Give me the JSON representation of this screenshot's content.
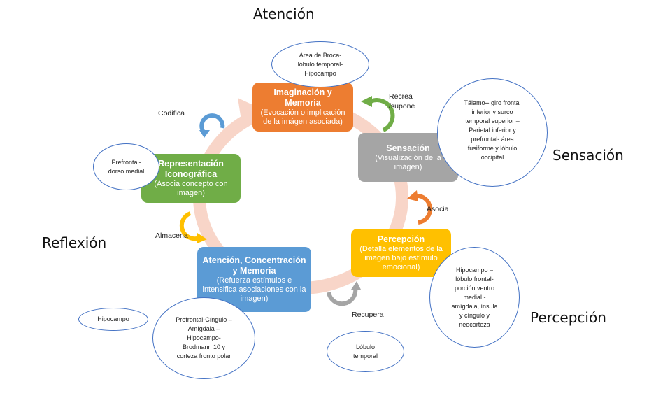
{
  "sections": {
    "attention": "Atención",
    "sensation": "Sensación",
    "reflection": "Reflexión",
    "perception": "Percepción"
  },
  "boxes": {
    "imagination": {
      "title": "Imaginación y Memoria",
      "desc": "(Evocación o implicación de la imágen asociada)",
      "color": "#ED7D31"
    },
    "sensation": {
      "title": "Sensación",
      "desc": "(Visualización de la imágen)",
      "color": "#A5A5A5"
    },
    "perception": {
      "title": "Percepción",
      "desc": "(Detalla elementos de la imagen bajo estímulo emocional)",
      "color": "#FFC000"
    },
    "attention": {
      "title": "Atención, Concentración y Memoria",
      "desc": "(Refuerza estímulos e intensifica asociaciones con la imagen)",
      "color": "#5B9BD5"
    },
    "representation": {
      "title": "Representación Iconográfica",
      "desc": "(Asocia concepto con imagen)",
      "color": "#70AD47"
    }
  },
  "arrows": {
    "codifica": "Codifica",
    "recrea": "Recrea /supone",
    "asocia": "Asocia",
    "almacena": "Almacena",
    "recupera": "Recupera"
  },
  "regions": {
    "broca": "Área de Broca- lóbulo temporal- Hipocampo",
    "talamo": "Tálamo-- giro frontal inferior y surco temporal superior – Parietal inferior y prefrontal- área fusiforme y lóbulo occipital",
    "prefrontal_dorso": "Prefrontal- dorso medial",
    "hipocampo_percepcion": "Hipocampo – lóbulo frontal- porción ventro medial - amígdala, ínsula y cíngulo y neocorteza",
    "hipocampo": "Hipocampo",
    "prefrontal_cingulo": "Prefrontal-Cíngulo – Amígdala – Hipocampo- Brodmann 10 y corteza fronto polar",
    "lobulo_temporal": "Lóbulo temporal"
  },
  "colors": {
    "ring": "#F8D5C8",
    "outline": "#4472C4"
  }
}
